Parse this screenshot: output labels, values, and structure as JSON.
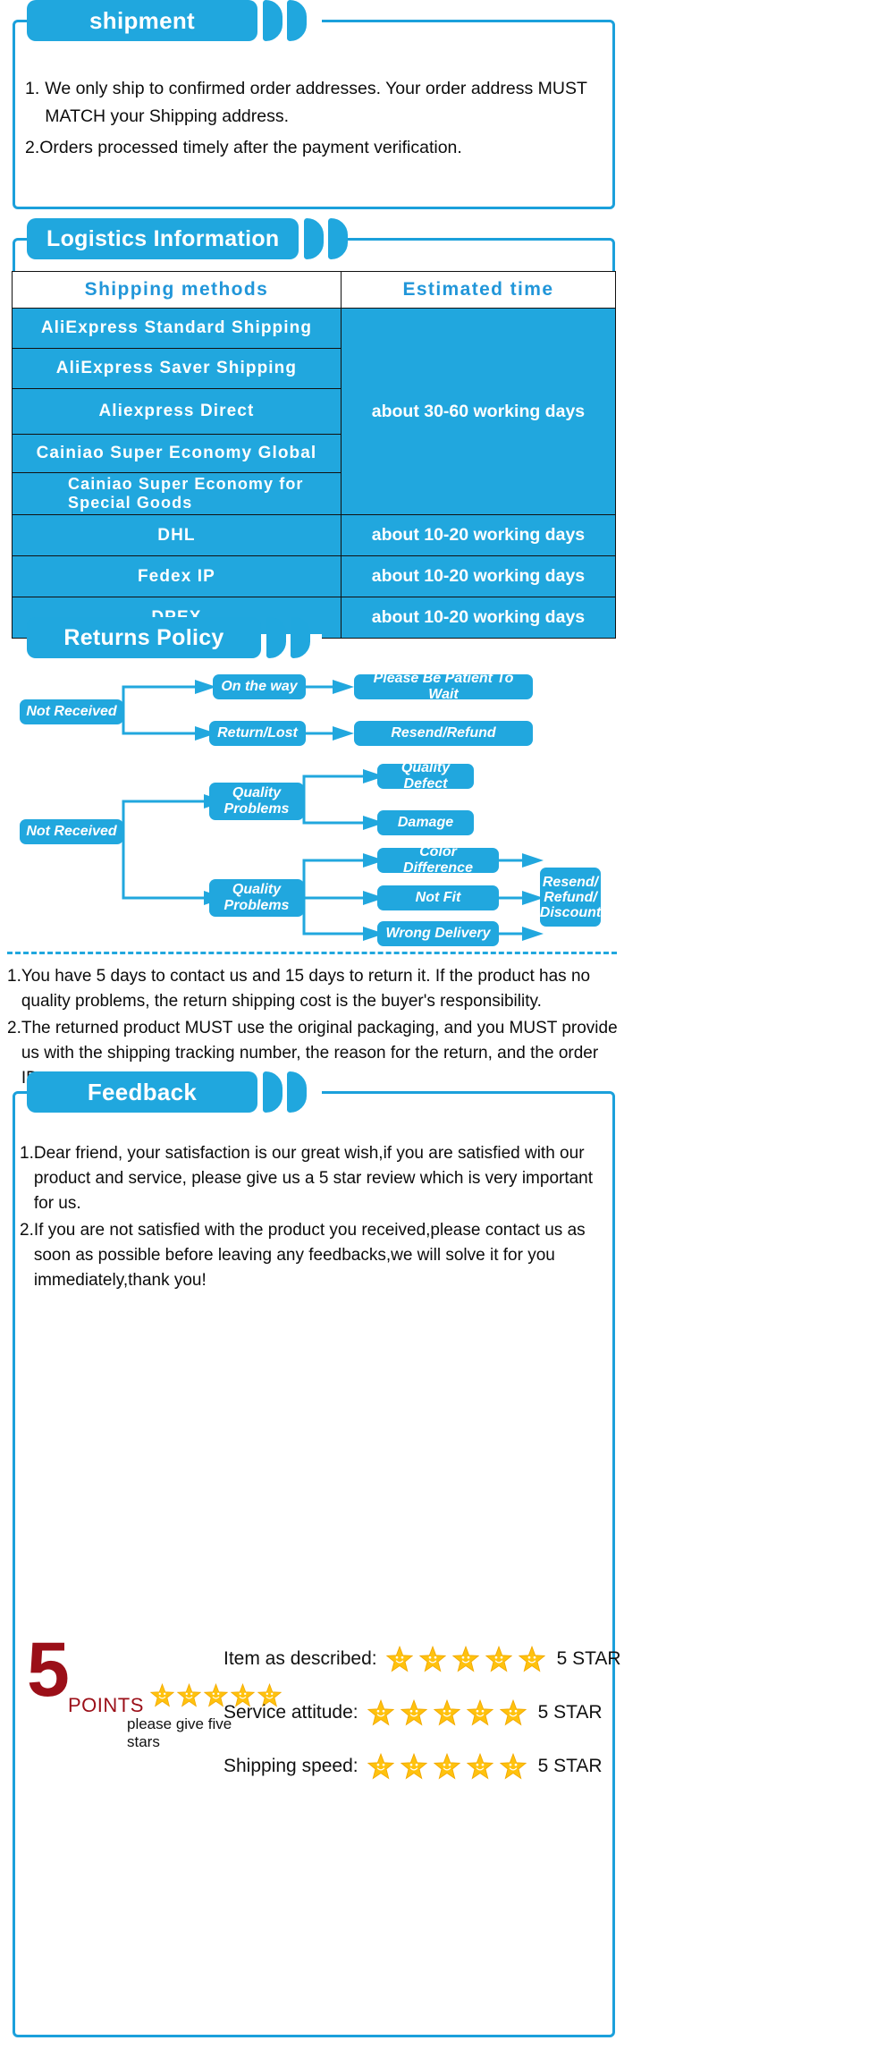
{
  "colors": {
    "brand_blue": "#21A7DE",
    "header_blue": "#20A7DE",
    "table_text_blue": "#2196D9",
    "star_gold": "#FFC20E",
    "five_red": "#9B0F18",
    "body_text": "#0c0c0c"
  },
  "sections": {
    "shipment": {
      "title": "shipment",
      "items": [
        {
          "num": "1.",
          "text": "We only ship to confirmed order addresses. Your order address MUST MATCH your Shipping address."
        },
        {
          "num": "2.",
          "text": "Orders processed timely after the payment verification."
        }
      ]
    },
    "logistics": {
      "title": "Logistics Information",
      "table": {
        "headers": [
          "Shipping  methods",
          "Estimated  time"
        ],
        "rows": [
          {
            "method": "AliExpress  Standard  Shipping",
            "time": "about 30-60 working days",
            "time_rowspan": 5
          },
          {
            "method": "AliExpress  Saver  Shipping"
          },
          {
            "method": "Aliexpress  Direct"
          },
          {
            "method": "Cainiao  Super  Economy  Global"
          },
          {
            "method": "Cainiao  Super  Economy  for\nSpecial  Goods"
          },
          {
            "method": "DHL",
            "time": "about 10-20 working days",
            "time_rowspan": 1
          },
          {
            "method": "Fedex  IP",
            "time": "about 10-20 working days",
            "time_rowspan": 1
          },
          {
            "method": "DPEX",
            "time": "about 10-20 working days",
            "time_rowspan": 1
          }
        ]
      }
    },
    "returns": {
      "title": "Returns Policy",
      "flow": {
        "branch1_root": "Not Received",
        "branch1_nodes": [
          "On the way",
          "Return/Lost"
        ],
        "branch1_results": [
          "Please Be Patient To Wait",
          "Resend/Refund"
        ],
        "branch2_root": "Not Received",
        "branch2_mid_top": "Quality\nProblems",
        "branch2_mid_bottom": "Quality\nProblems",
        "branch2_top_children": [
          "Quality Defect",
          "Damage"
        ],
        "branch2_bottom_children": [
          "Color Difference",
          "Not Fit",
          "Wrong Delivery"
        ],
        "final_result": "Resend/\nRefund/\nDiscount"
      },
      "notes": [
        {
          "num": "1.",
          "text": "You have 5 days to contact us and 15 days to return it. If the product has no quality problems, the return shipping cost is the buyer's responsibility."
        },
        {
          "num": "2.",
          "text": "The returned product MUST use the original packaging, and you MUST provide us with the shipping tracking number, the reason for the return, and the order ID."
        }
      ]
    },
    "feedback": {
      "title": "Feedback",
      "items": [
        {
          "num": "1.",
          "text": "Dear friend, your satisfaction is our great wish,if you are satisfied with our product and service, please give us a 5 star review which is very important for us."
        },
        {
          "num": "2.",
          "text": "If you are not satisfied with the product you received,please contact us as soon as possible before leaving any feedbacks,we will solve it for you immediately,thank you!"
        }
      ],
      "badge": {
        "number": "5",
        "points_label": "POINTS",
        "caption": "please give five stars",
        "star_count": 5
      },
      "ratings": [
        {
          "label": "Item as described:",
          "stars": 5,
          "value": "5 STAR"
        },
        {
          "label": "Service attitude:",
          "stars": 5,
          "value": "5 STAR"
        },
        {
          "label": "Shipping speed:",
          "stars": 5,
          "value": "5 STAR"
        }
      ]
    }
  },
  "icons": {
    "star": "star-icon",
    "arrow": "arrow-right-icon"
  }
}
